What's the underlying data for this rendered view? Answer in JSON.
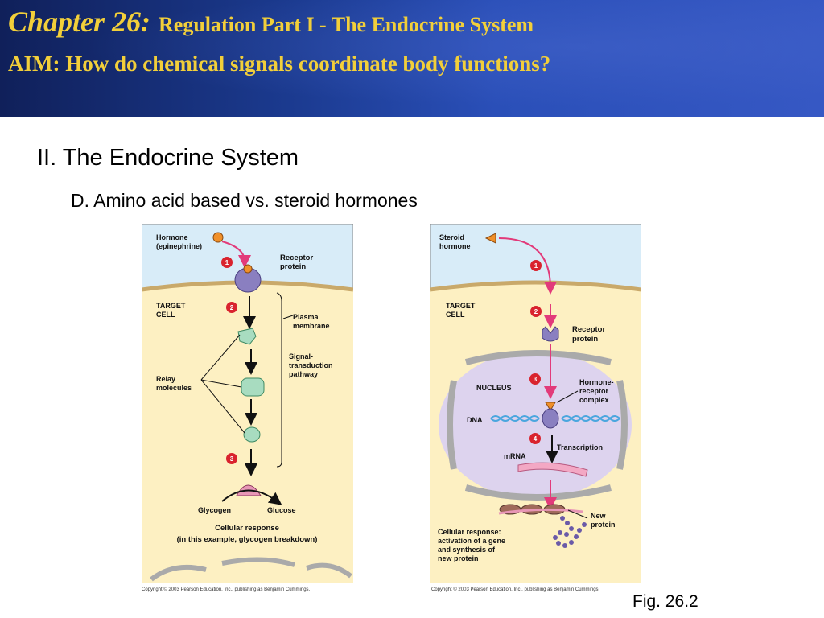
{
  "header": {
    "chapter": "Chapter 26:",
    "subtitle": "Regulation Part I - The Endocrine System",
    "aim": "AIM: How do chemical signals coordinate body functions?"
  },
  "outline": {
    "section": "II. The Endocrine System",
    "subsection": "D. Amino acid based vs. steroid hormones"
  },
  "figure_left": {
    "hormone_line1": "Hormone",
    "hormone_line2": "(epinephrine)",
    "receptor_line1": "Receptor",
    "receptor_line2": "protein",
    "target_line1": "TARGET",
    "target_line2": "CELL",
    "plasma_line1": "Plasma",
    "plasma_line2": "membrane",
    "signal_line1": "Signal-",
    "signal_line2": "transduction",
    "signal_line3": "pathway",
    "relay_line1": "Relay",
    "relay_line2": "molecules",
    "glycogen": "Glycogen",
    "glucose": "Glucose",
    "response_line1": "Cellular response",
    "response_line2": "(in this example, glycogen breakdown)",
    "step1": "1",
    "step2": "2",
    "step3": "3",
    "copyright": "Copyright © 2003 Pearson Education, Inc., publishing as Benjamin Cummings."
  },
  "figure_right": {
    "steroid_line1": "Steroid",
    "steroid_line2": "hormone",
    "target_line1": "TARGET",
    "target_line2": "CELL",
    "receptor_line1": "Receptor",
    "receptor_line2": "protein",
    "nucleus": "NUCLEUS",
    "complex_line1": "Hormone-",
    "complex_line2": "receptor",
    "complex_line3": "complex",
    "dna": "DNA",
    "mrna": "mRNA",
    "transcription": "Transcription",
    "newprotein_line1": "New",
    "newprotein_line2": "protein",
    "response_line1": "Cellular response:",
    "response_line2": "activation of a gene",
    "response_line3": "and synthesis of",
    "response_line4": "new protein",
    "step1": "1",
    "step2": "2",
    "step3": "3",
    "step4": "4",
    "copyright": "Copyright © 2003 Pearson Education, Inc., publishing as Benjamin Cummings."
  },
  "fig_label": "Fig. 26.2",
  "colors": {
    "header_blue": "#1b3a8f",
    "title_gold": "#f2cf3a",
    "cytoplasm": "#fdf0c2",
    "extracellular": "#d8ecf8",
    "step_red": "#d9232e",
    "arrow_pink": "#e23a7a"
  }
}
